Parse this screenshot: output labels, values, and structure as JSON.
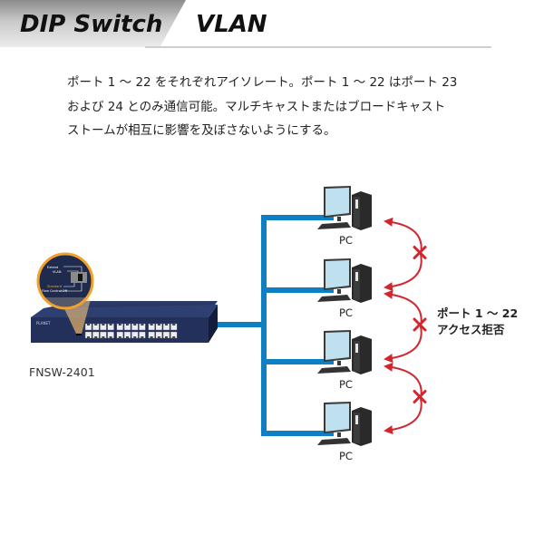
{
  "header": {
    "active_tab": "DIP Switch",
    "section_title": "VLAN"
  },
  "description": {
    "lines": [
      "ポート 1 〜 22 をそれぞれアイソレート。ポート 1 〜 22 はポート 23",
      "および 24 とのみ通信可能。マルチキャストまたはブロードキャスト",
      "ストームが相互に影響を及ぼさないようにする。"
    ]
  },
  "switch": {
    "model": "FNSW-2401",
    "port_count": 24,
    "dip_callout": {
      "labels": [
        "Extend",
        "VLAN",
        "Standard",
        "Flow Control Off"
      ],
      "highlight_label": "Standard"
    }
  },
  "pcs": [
    {
      "label": "PC"
    },
    {
      "label": "PC"
    },
    {
      "label": "PC"
    },
    {
      "label": "PC"
    }
  ],
  "access_denied": {
    "line1": "ポート 1 〜 22",
    "line2": "アクセス拒否"
  },
  "colors": {
    "link_blue": "#0e7fc0",
    "deny_red": "#d0272f",
    "switch_navy": "#1f2d56",
    "callout_orange": "#f2a12b",
    "screen_blue": "#bfe0ef"
  }
}
